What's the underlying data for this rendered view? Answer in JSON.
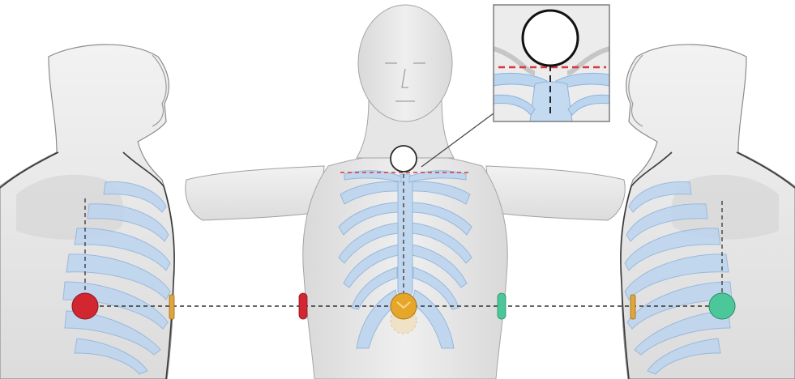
{
  "figure": {
    "views": [
      "left-lateral-torso",
      "anterior-torso",
      "right-lateral-torso"
    ],
    "inset": {
      "content": "neck-magnified",
      "marker": "open-circle"
    },
    "electrodes": [
      {
        "id": "left-lateral",
        "shape": "circle",
        "color": "#d22630"
      },
      {
        "id": "left-side-edge",
        "shape": "bar",
        "color": "#e0a53b"
      },
      {
        "id": "anterior-left",
        "shape": "pill",
        "color": "#d22630"
      },
      {
        "id": "anterior-center",
        "shape": "circle",
        "color": "#e6a62a"
      },
      {
        "id": "anterior-right",
        "shape": "pill",
        "color": "#4cc79a"
      },
      {
        "id": "right-side-edge",
        "shape": "bar",
        "color": "#e0a53b"
      },
      {
        "id": "right-lateral",
        "shape": "circle",
        "color": "#4cc79a"
      }
    ],
    "colors": {
      "skin": "#e9e9e9",
      "skin_shadow": "#d2d2d2",
      "outline": "#3a3a3a",
      "ribs": "#b9d3ee",
      "rib_stroke": "#8fb2db",
      "dashed_reference": "#333333",
      "red_dashed_line": "#d9363e"
    }
  }
}
